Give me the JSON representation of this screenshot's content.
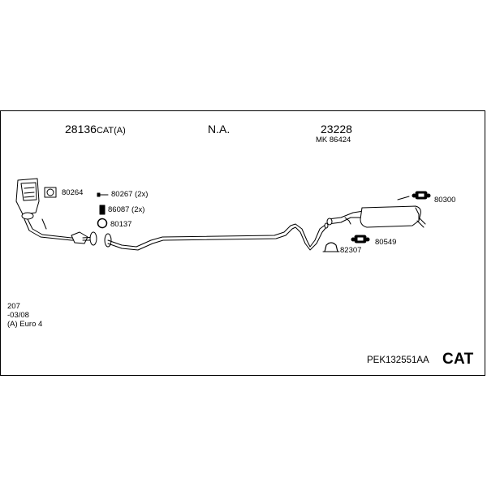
{
  "header": {
    "cat_part": "28136",
    "cat_part_suffix": "CAT(A)",
    "middle_part": "N.A.",
    "rear_part": "23228",
    "rear_kit": "MK 86424"
  },
  "parts": {
    "p80264": "80264",
    "p80267": "80267 (2x)",
    "p86087": "86087 (2x)",
    "p80137": "80137",
    "p80300": "80300",
    "p82307": "82307",
    "p80549": "80549"
  },
  "vehicle": {
    "model": "207",
    "date": "-03/08",
    "emission": "(A) Euro 4"
  },
  "footer": {
    "code": "PEK132551AA",
    "type": "CAT"
  }
}
